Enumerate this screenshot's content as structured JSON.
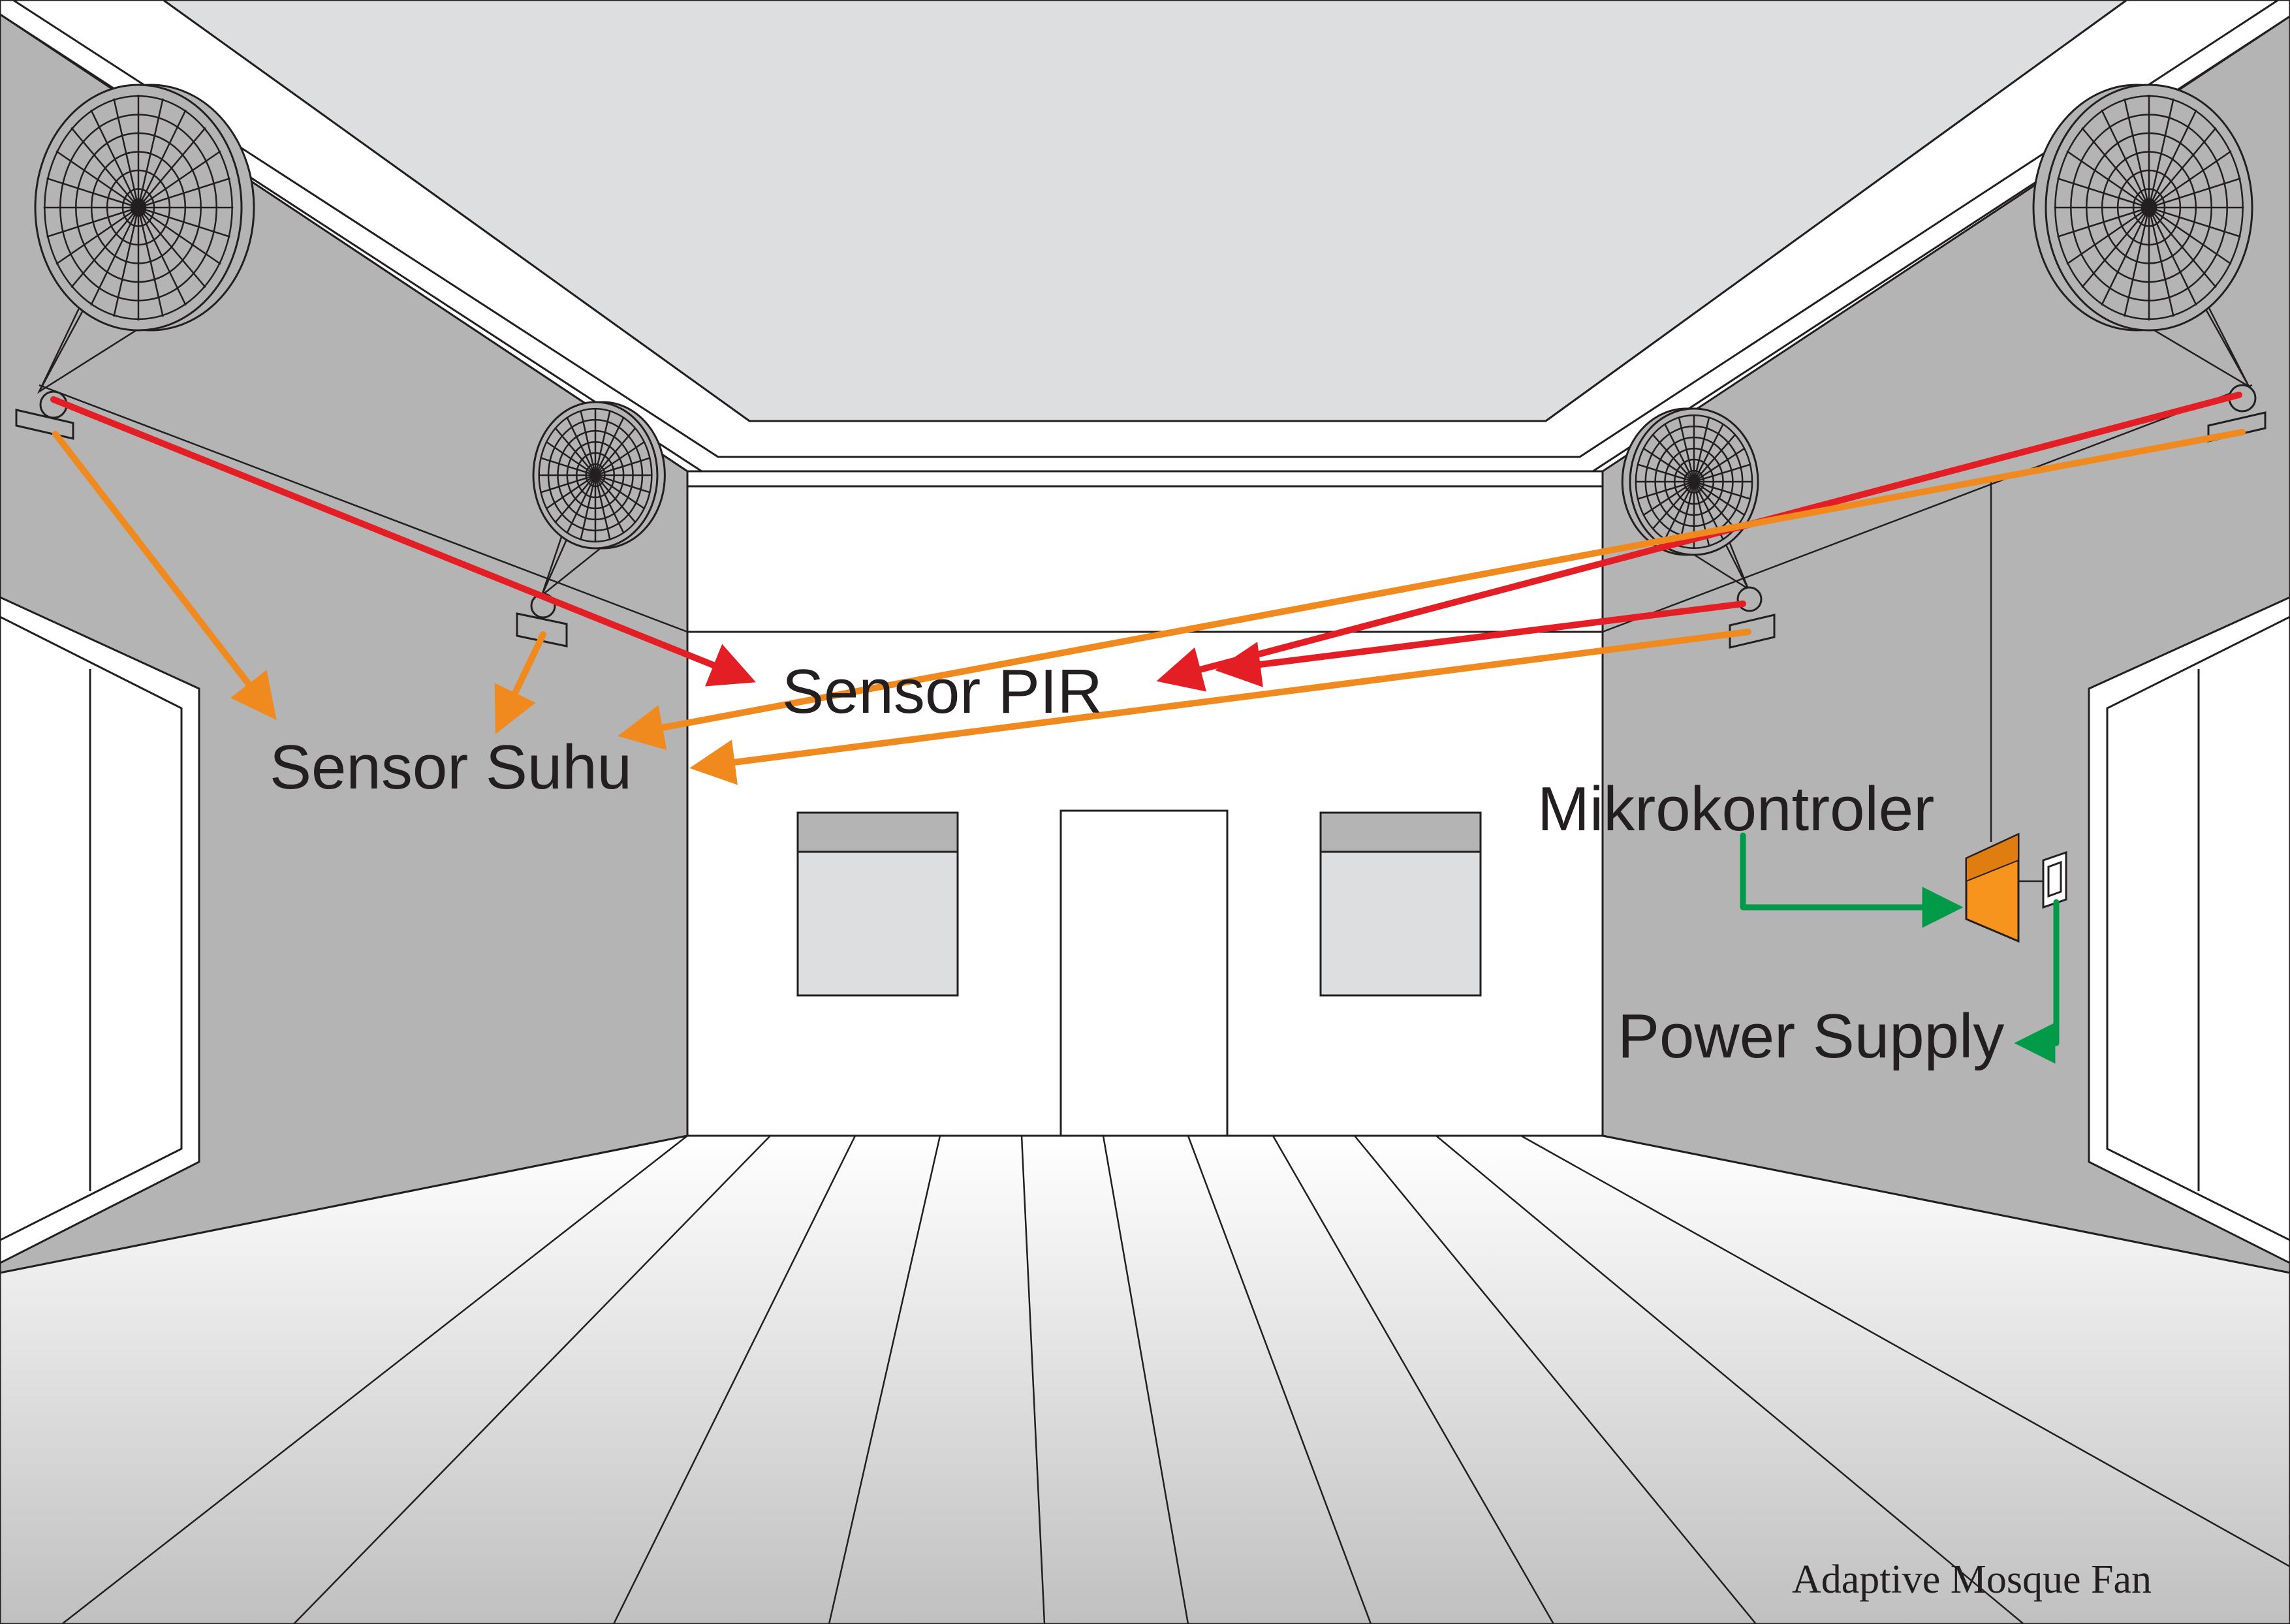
{
  "labels": {
    "sensor_pir": "Sensor PIR",
    "sensor_suhu": "Sensor Suhu",
    "mikrokontroler": "Mikrokontroler",
    "power_supply": "Power Supply",
    "caption": "Adaptive Mosque Fan"
  },
  "colors": {
    "pir_arrow": "#e31e24",
    "suhu_arrow": "#f08a1e",
    "control_arrow": "#009a49",
    "controller_box": "#f7941d",
    "wall_side": "#b4b4b4",
    "wall_back": "#ffffff",
    "ceiling": "#dcdedf",
    "line": "#231f20"
  }
}
